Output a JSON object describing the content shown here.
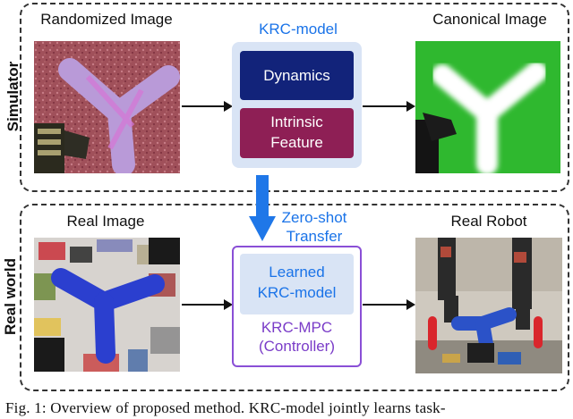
{
  "sections": {
    "simulator_label": "Simulator",
    "real_world_label": "Real world"
  },
  "simulator": {
    "randomized_image_title": "Randomized Image",
    "canonical_image_title": "Canonical Image",
    "krc_model_title": "KRC-model",
    "dynamics_label": "Dynamics",
    "intrinsic_line1": "Intrinsic",
    "intrinsic_line2": "Feature"
  },
  "transfer": {
    "line1": "Zero-shot",
    "line2": "Transfer"
  },
  "real": {
    "real_image_title": "Real Image",
    "real_robot_title": "Real Robot",
    "learned_line1": "Learned",
    "learned_line2": "KRC-model",
    "mpc_line1": "KRC-MPC",
    "mpc_line2": "(Controller)"
  },
  "caption": "Fig. 1: Overview of proposed method. KRC-model jointly learns task-",
  "colors": {
    "dynamics_box": "#12237a",
    "intrinsic_box": "#8e1f55",
    "krc_panel": "#d9e4f5",
    "learned_box": "#d9e4f5",
    "transfer_arrow": "#1f77e8",
    "controller_border": "#8a4fd6",
    "canonical_bg": "#2fb82f"
  }
}
